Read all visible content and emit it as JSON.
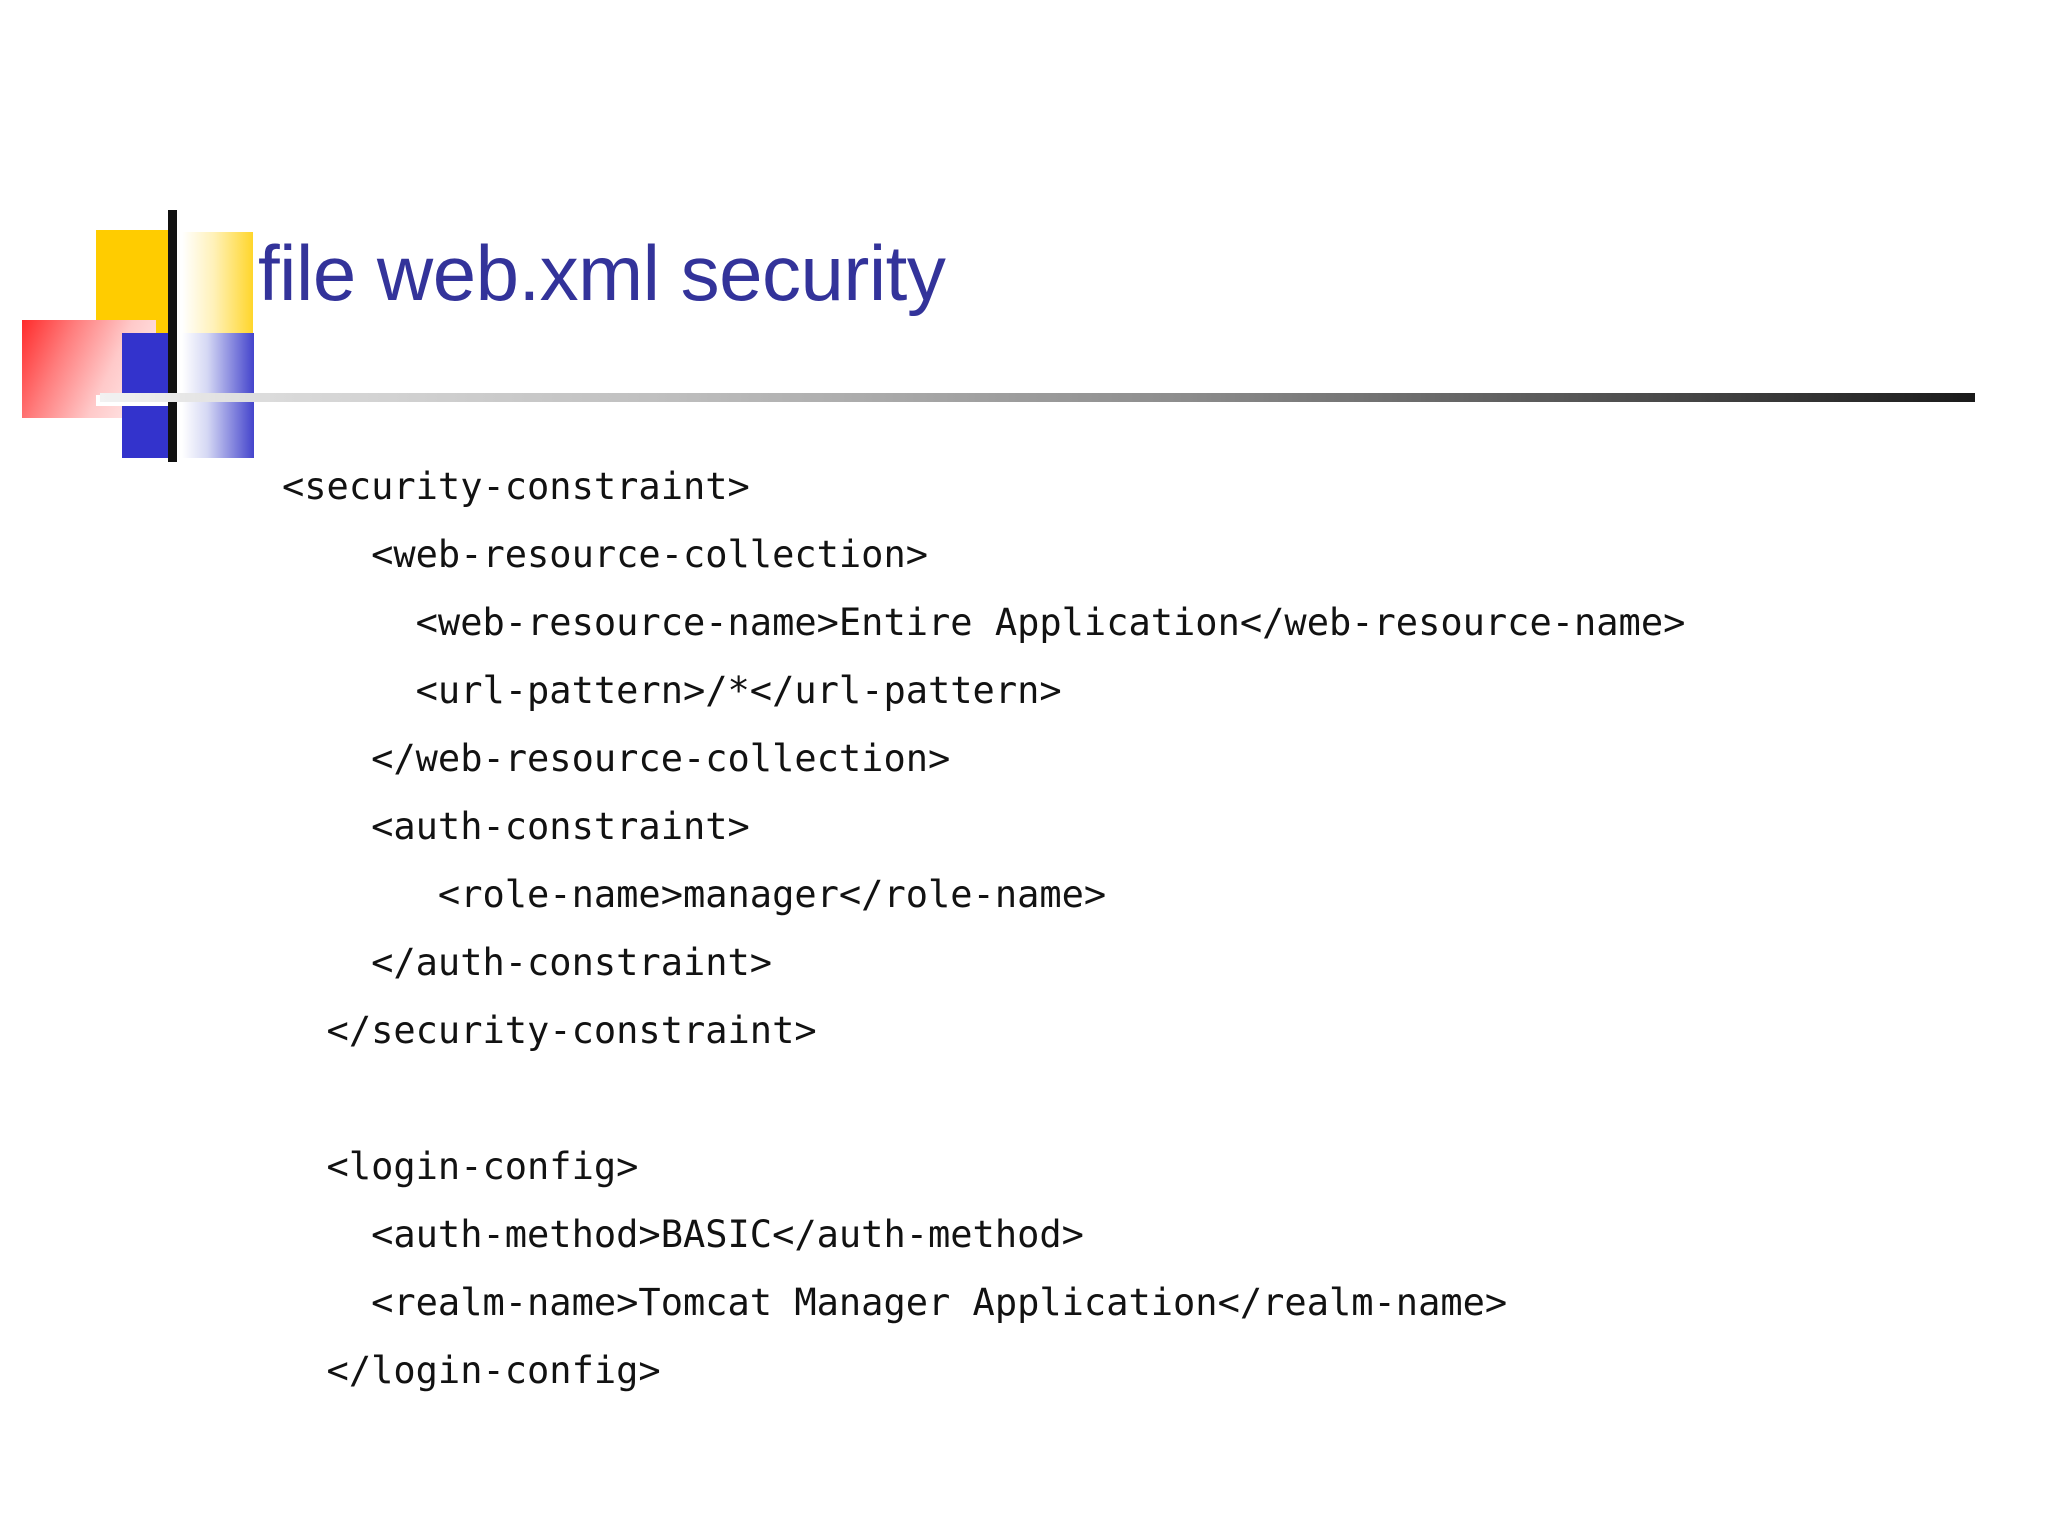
{
  "slide": {
    "title": "file web.xml security",
    "title_color": "#33339A",
    "background_color": "#FFFFFF",
    "code_color": "#121212"
  },
  "decoration": {
    "name": "powerpoint-design-blocks",
    "shapes": [
      {
        "name": "yellow-solid-square",
        "color": "#FFCC00"
      },
      {
        "name": "yellow-gradient-square",
        "color": "#FFD62B"
      },
      {
        "name": "red-gradient-square",
        "color": "#FF2B2B"
      },
      {
        "name": "blue-solid-square",
        "color": "#3333CC"
      },
      {
        "name": "blue-gradient-square-top",
        "color": "#4444CC"
      },
      {
        "name": "blue-gradient-square-bottom",
        "color": "#4444CC"
      },
      {
        "name": "black-vertical-bar",
        "color": "#111111"
      }
    ]
  },
  "divider": {
    "name": "title-underline-rule",
    "gradient_from": "#F2F2F2",
    "gradient_to": "#1A1A1A"
  },
  "code": {
    "language": "xml",
    "lines": [
      "<security-constraint>",
      "    <web-resource-collection>",
      "      <web-resource-name>Entire Application</web-resource-name>",
      "      <url-pattern>/*</url-pattern>",
      "    </web-resource-collection>",
      "    <auth-constraint>",
      "       <role-name>manager</role-name>",
      "    </auth-constraint>",
      "  </security-constraint>",
      "",
      "  <login-config>",
      "    <auth-method>BASIC</auth-method>",
      "    <realm-name>Tomcat Manager Application</realm-name>",
      "  </login-config>"
    ]
  }
}
